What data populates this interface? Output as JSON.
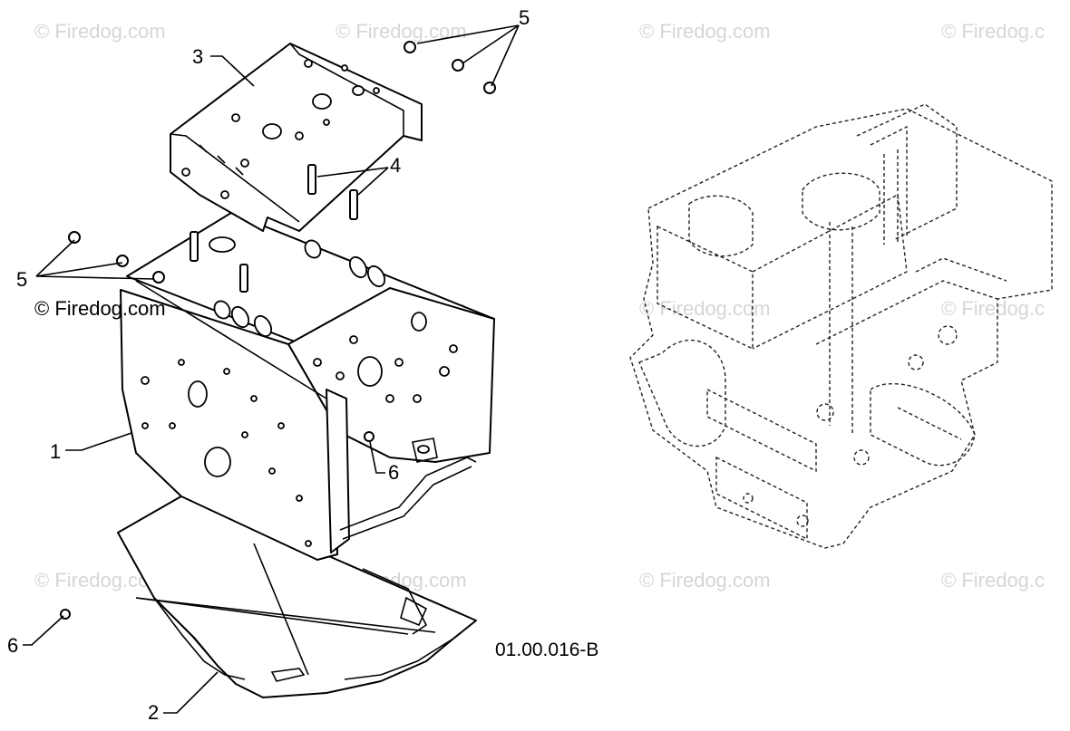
{
  "watermark_text": "© Firedog.com",
  "watermark_text_clipped": "© Firedog.c",
  "drawing_number": "01.00.016-B",
  "callouts": {
    "frame": "1",
    "skid_plate": "2",
    "top_cover": "3",
    "studs": "4",
    "bolts": "5",
    "screw": "6"
  },
  "colors": {
    "line": "#000000",
    "watermark": "#d6d6d6",
    "background": "#ffffff"
  }
}
